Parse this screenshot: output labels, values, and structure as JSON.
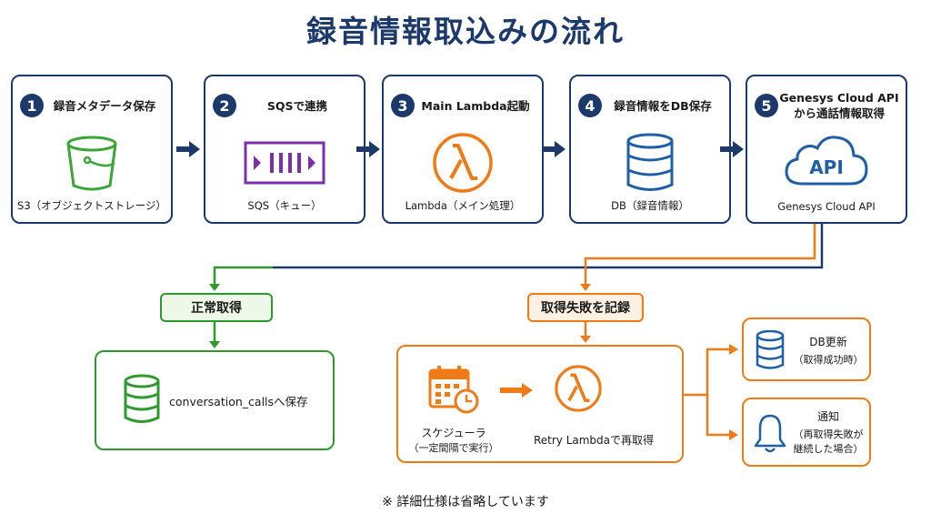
{
  "title": "録音情報取込みの流れ",
  "steps": [
    {
      "number": "1",
      "label": "録音メタデータ保存",
      "sub": "S3（オブジェクトストレージ）",
      "icon": "s3-bucket-icon"
    },
    {
      "number": "2",
      "label": "SQSで連携",
      "sub": "SQS（キュー）",
      "icon": "sqs-queue-icon"
    },
    {
      "number": "3",
      "label": "Main Lambda起動",
      "sub": "Lambda（メイン処理）",
      "icon": "lambda-icon"
    },
    {
      "number": "4",
      "label": "録音情報をDB保存",
      "sub": "DB（録音情報）",
      "icon": "database-icon"
    },
    {
      "number": "5",
      "label_line1": "Genesys Cloud API",
      "label_line2": "から通話情報取得",
      "sub": "Genesys Cloud API",
      "icon_text": "API",
      "icon": "cloud-api-icon"
    }
  ],
  "success": {
    "pill": "正常取得",
    "text": "conversation_callsへ保存"
  },
  "failure": {
    "pill": "取得失敗を記録",
    "scheduler_line1": "スケジューラ",
    "scheduler_line2": "（一定間隔で実行）",
    "retry": "Retry Lambdaで再取得",
    "db_update_title": "DB更新",
    "db_update_sub": "（取得成功時）",
    "notify_title": "通知",
    "notify_sub_line1": "（再取得失敗が",
    "notify_sub_line2": "継続した場合）"
  },
  "note": "※ 詳細仕様は省略しています",
  "colors": {
    "navy": "#1b3a6b",
    "green": "#2e9a2e",
    "orange": "#ef7a16",
    "purple": "#7b2fb0"
  }
}
